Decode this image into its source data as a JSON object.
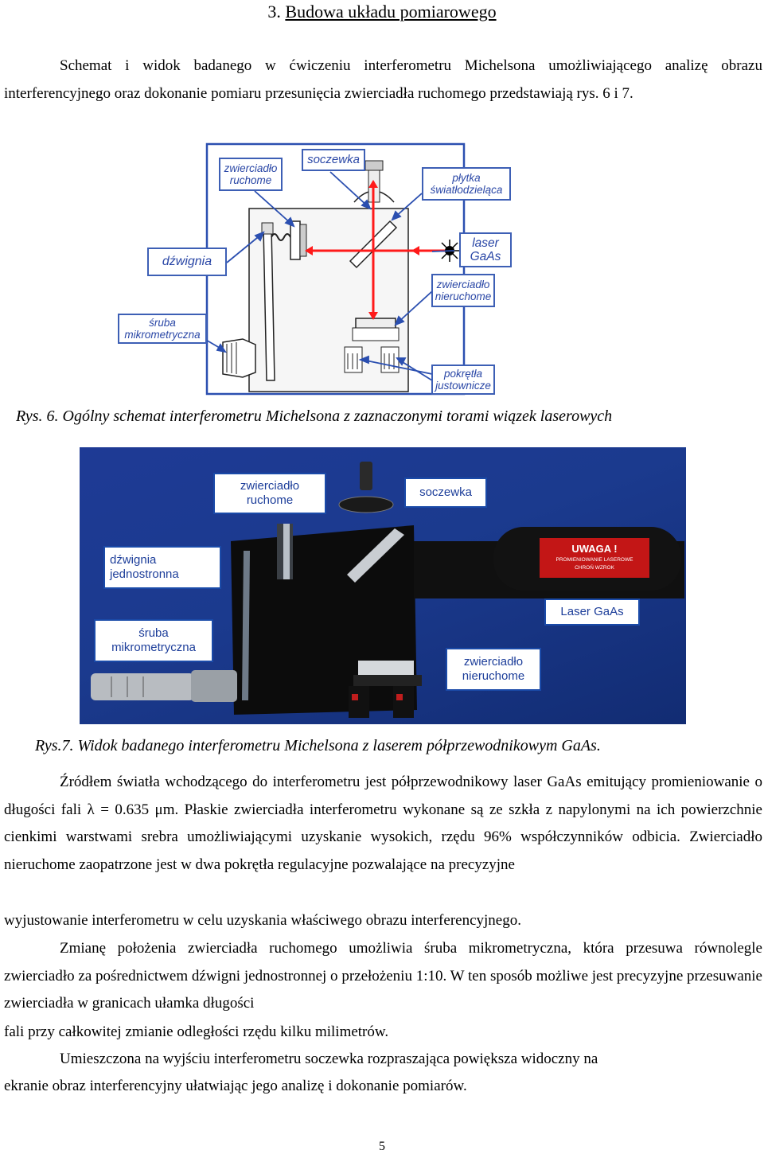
{
  "heading": {
    "number": "3.",
    "text": "Budowa układu pomiarowego"
  },
  "intro": "Schemat i widok badanego w ćwiczeniu interferometru Michelsona umożliwiającego analizę obrazu interferencyjnego oraz dokonanie pomiaru przesunięcia zwierciadła ruchomego przedstawiają rys. 6 i 7.",
  "figure6": {
    "caption": "Rys. 6. Ogólny schemat interferometru Michelsona z zaznaczonymi torami wiązek laserowych",
    "labels": {
      "mirror_moving": "zwierciadło\nruchome",
      "lens": "soczewka",
      "beamsplitter": "płytka\nświatłodzieląca",
      "lever": "dźwignia",
      "laser": "laser\nGaAs",
      "mirror_fixed": "zwierciadło\nnieruchome",
      "screw": "śruba\nmikrometryczna",
      "knobs": "pokrętła\njustownicze"
    }
  },
  "figure7": {
    "caption": "Rys.7. Widok badanego interferometru Michelsona z laserem półprzewodnikowym GaAs.",
    "labels": {
      "mirror_moving": "zwierciadło\nruchome",
      "lens": "soczewka",
      "lever": "dźwignia\njednostronna",
      "laser": "Laser GaAs",
      "screw": "śruba\nmikrometryczna",
      "mirror_fixed": "zwierciadło\nnieruchome"
    },
    "laser_warning": "UWAGA !",
    "laser_warning_sub1": "PROMIENIOWANIE LASEROWE",
    "laser_warning_sub2": "CHROŃ WZROK"
  },
  "para1": "Źródłem światła wchodzącego do interferometru jest półprzewodnikowy laser GaAs emitujący promieniowanie o długości fali λ = 0.635 μm. Płaskie zwierciadła interferometru wykonane są ze szkła z napylonymi na ich powierzchnie cienkimi warstwami srebra umożliwiającymi uzyskanie wysokich, rzędu 96% współczynników odbicia. Zwierciadło nieruchome zaopatrzone jest w dwa pokrętła regulacyjne pozwalające na precyzyjne",
  "para1_last": "wyjustowanie interferometru w celu uzyskania właściwego obrazu interferencyjnego.",
  "para2": "Zmianę położenia zwierciadła ruchomego umożliwia śruba mikrometryczna, która przesuwa równolegle zwierciadło za pośrednictwem dźwigni jednostronnej o przełożeniu 1:10. W ten sposób możliwe jest precyzyjne przesuwanie zwierciadła w granicach ułamka długości",
  "para2_last": "fali przy całkowitej zmianie odległości rzędu kilku milimetrów.",
  "para3": "Umieszczona na wyjściu interferometru soczewka rozpraszająca powiększa widoczny na",
  "para3_last": "ekranie obraz interferencyjny ułatwiając jego analizę i dokonanie pomiarów.",
  "page_number": "5"
}
